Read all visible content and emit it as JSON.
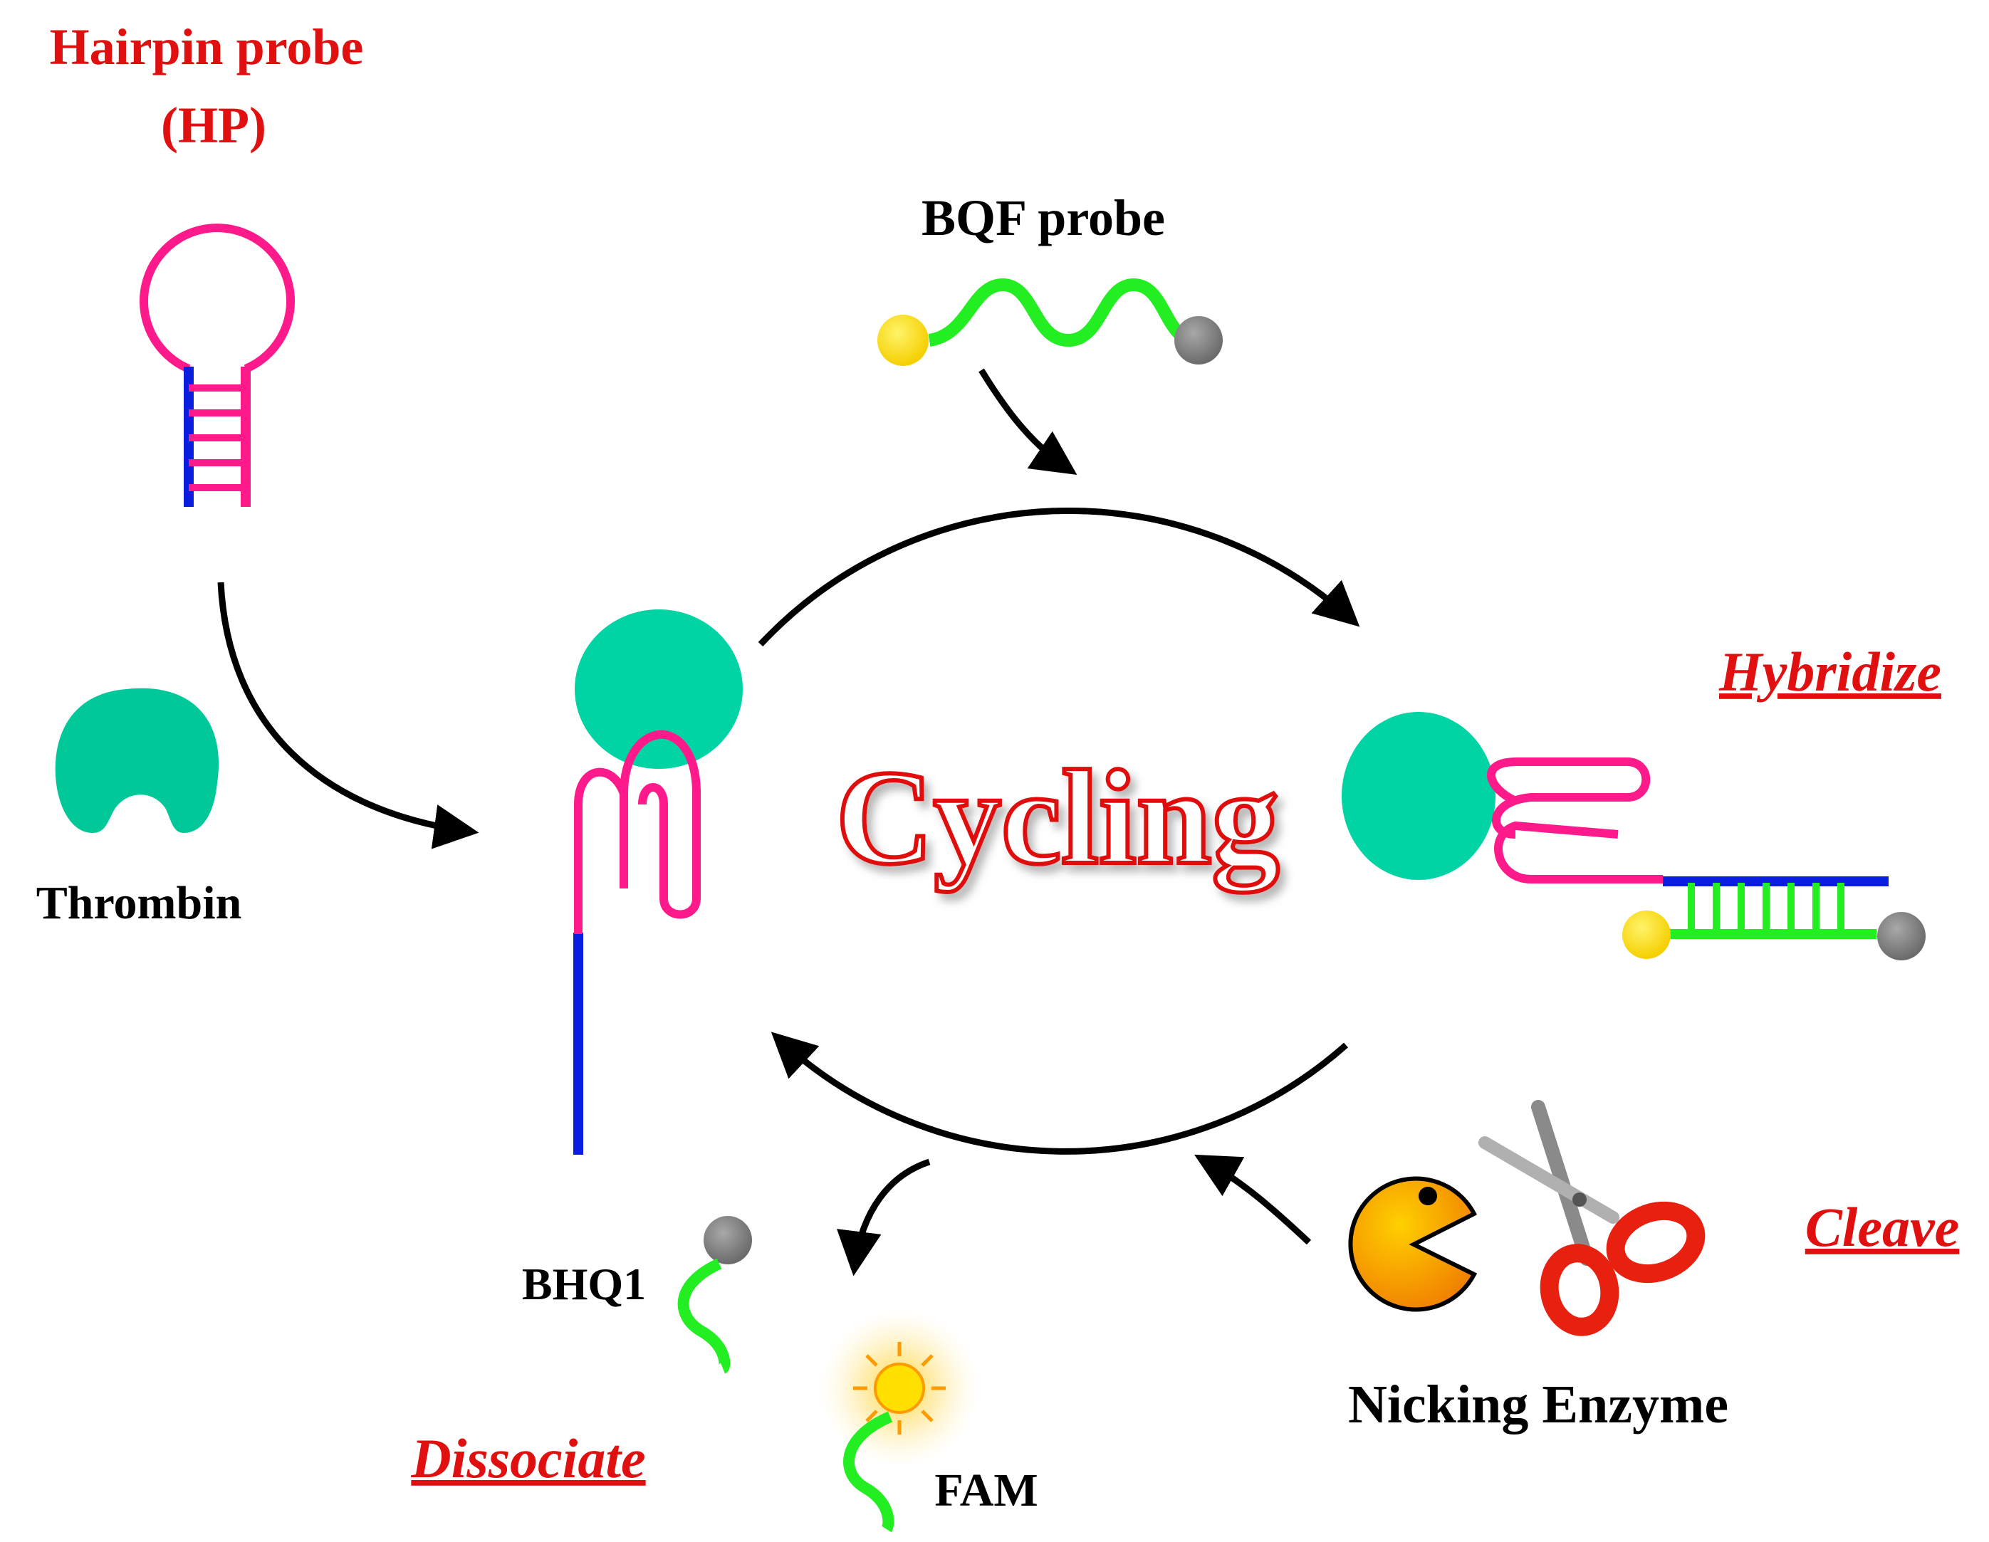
{
  "labels": {
    "hp_line1": "Hairpin probe",
    "hp_line2": "(HP)",
    "bqf": "BQF probe",
    "thrombin": "Thrombin",
    "cycling": "Cycling",
    "hybridize": "Hybridize",
    "cleave": "Cleave",
    "dissociate": "Dissociate",
    "nicking": "Nicking Enzyme",
    "bhq1": "BHQ1",
    "fam": "FAM"
  },
  "colors": {
    "thrombin": "#00d4a4",
    "hairpin_loop": "#ff1a8c",
    "stem_blue": "#0a1ee0",
    "bqf_green": "#22ee22",
    "fam_yellow": "#ffe000",
    "bhq_gray": "#808080",
    "arrow": "#000000",
    "step_red": "#e01010",
    "scissor_red": "#e82010",
    "pacman_orange": "#f7a000"
  },
  "icons": {
    "fluorophore": "yellow-dot-icon",
    "quencher": "gray-dot-icon",
    "enzyme": "pacman-icon",
    "scissors": "scissors-icon",
    "glow": "sun-glow-icon"
  }
}
